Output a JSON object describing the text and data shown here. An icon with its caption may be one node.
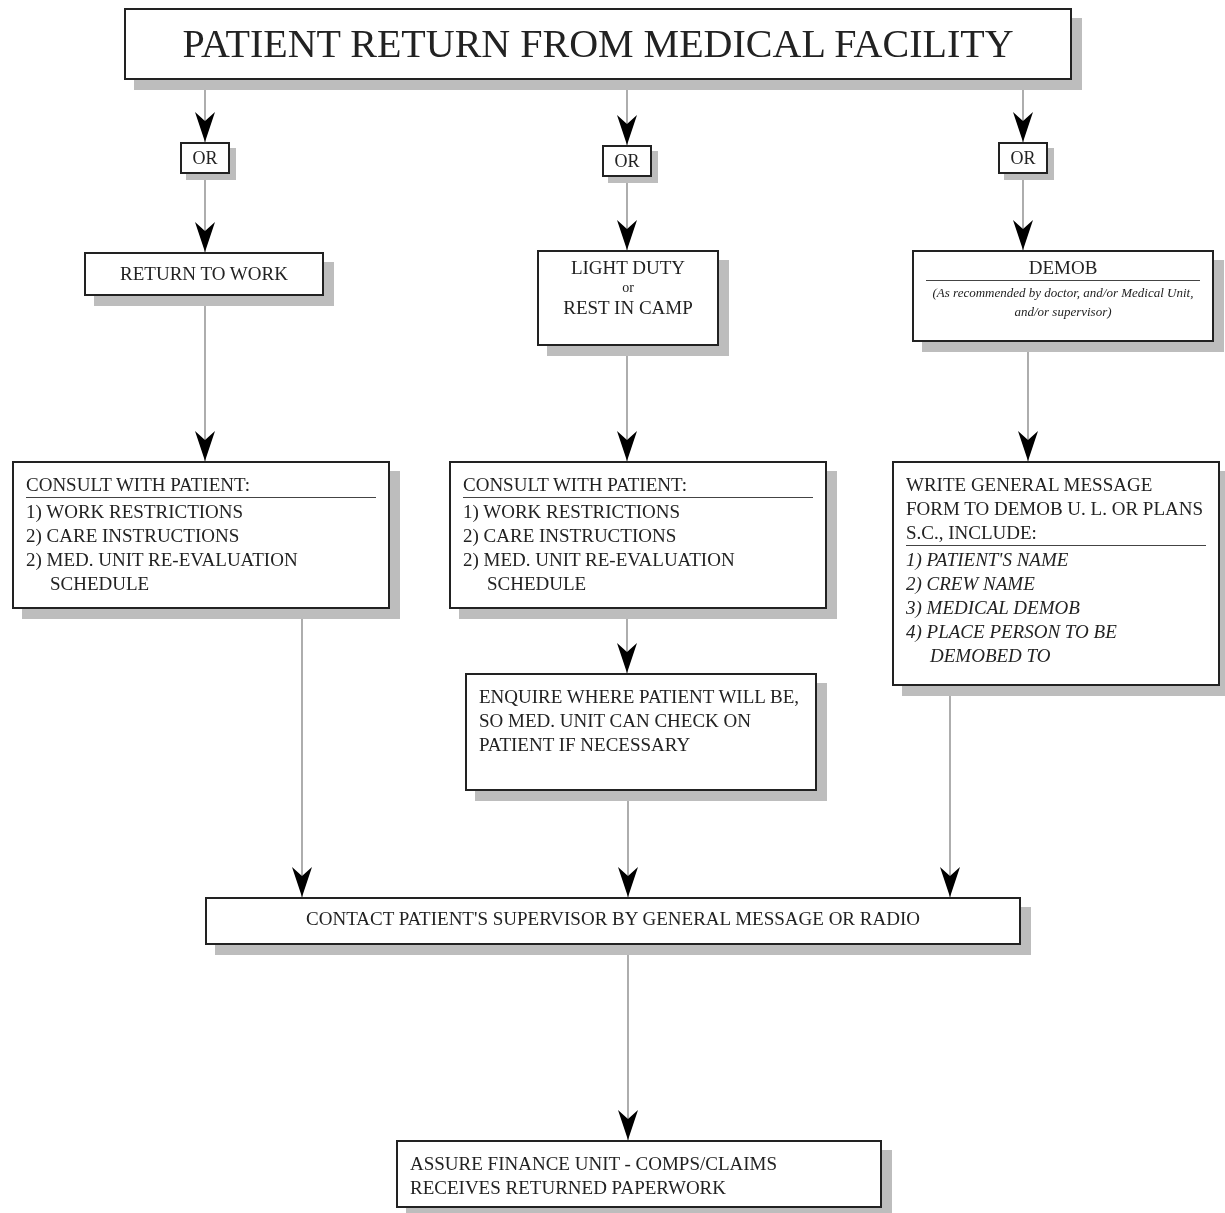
{
  "diagram": {
    "nodes": [
      {
        "text": [
          "PATIENT RETURN FROM MEDICAL FACILITY"
        ]
      },
      {
        "text": [
          "OR"
        ]
      },
      {
        "text": [
          "OR"
        ]
      },
      {
        "text": [
          "OR"
        ]
      },
      {
        "text": [
          "RETURN TO WORK"
        ]
      },
      {
        "text": [
          "LIGHT DUTY",
          "or",
          "REST IN CAMP"
        ]
      },
      {
        "text": [
          "DEMOB",
          "(As recommended by doctor, and/or Medical Unit, and/or supervisor)"
        ]
      },
      {
        "text": [
          "CONSULT WITH PATIENT:",
          "1) WORK RESTRICTIONS",
          "2) CARE INSTRUCTIONS",
          "2) MED. UNIT RE-EVALUATION SCHEDULE"
        ]
      },
      {
        "text": [
          "CONSULT WITH PATIENT:",
          "1) WORK RESTRICTIONS",
          "2) CARE INSTRUCTIONS",
          "2) MED. UNIT RE-EVALUATION SCHEDULE"
        ]
      },
      {
        "text": [
          "WRITE GENERAL MESSAGE FORM TO DEMOB U. L. OR PLANS S.C., INCLUDE:",
          "1) PATIENT'S NAME",
          "2) CREW NAME",
          "3) MEDICAL DEMOB",
          "4) PLACE PERSON TO BE DEMOBED TO"
        ]
      },
      {
        "text": [
          "ENQUIRE WHERE PATIENT WILL BE, SO MED. UNIT CAN CHECK ON PATIENT IF NECESSARY"
        ]
      },
      {
        "text": [
          "CONTACT PATIENT'S SUPERVISOR BY GENERAL MESSAGE OR RADIO"
        ]
      },
      {
        "text": [
          "ASSURE FINANCE UNIT - COMPS/CLAIMS RECEIVES RETURNED PAPERWORK"
        ]
      }
    ],
    "edges": [
      {
        "from": 0,
        "to": 1,
        "arrow": "to"
      },
      {
        "from": 0,
        "to": 2,
        "arrow": "to"
      },
      {
        "from": 0,
        "to": 3,
        "arrow": "to"
      },
      {
        "from": 1,
        "to": 4,
        "arrow": "to"
      },
      {
        "from": 2,
        "to": 5,
        "arrow": "to"
      },
      {
        "from": 3,
        "to": 6,
        "arrow": "to"
      },
      {
        "from": 4,
        "to": 7,
        "arrow": "to"
      },
      {
        "from": 5,
        "to": 8,
        "arrow": "to"
      },
      {
        "from": 6,
        "to": 9,
        "arrow": "to"
      },
      {
        "from": 8,
        "to": 10,
        "arrow": "to"
      },
      {
        "from": 7,
        "to": 11,
        "arrow": "to"
      },
      {
        "from": 10,
        "to": 11,
        "arrow": "to"
      },
      {
        "from": 9,
        "to": 11,
        "arrow": "to"
      },
      {
        "from": 11,
        "to": 12,
        "arrow": "to"
      }
    ]
  }
}
